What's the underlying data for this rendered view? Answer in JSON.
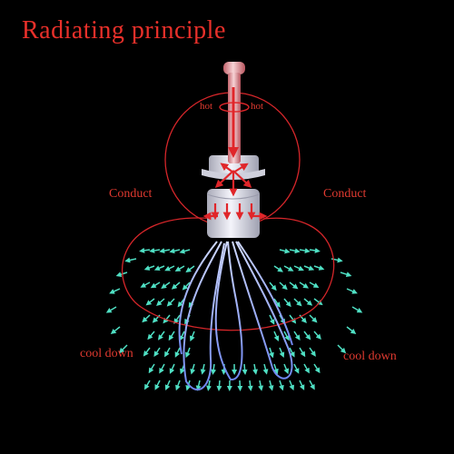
{
  "title": "Radiating principle",
  "labels": {
    "hot_left": "hot",
    "hot_right": "hot",
    "conduct_left": "Conduct",
    "conduct_right": "Conduct",
    "cool_left": "cool down",
    "cool_right": "cool down"
  },
  "colors": {
    "background": "#000000",
    "title": "#e8302a",
    "label": "#e13a30",
    "heat_loop": "#d6262a",
    "heat_arrow": "#e0262a",
    "airflow_arrow": "#4fe0c4",
    "ribbon": "#9fb4ff"
  }
}
